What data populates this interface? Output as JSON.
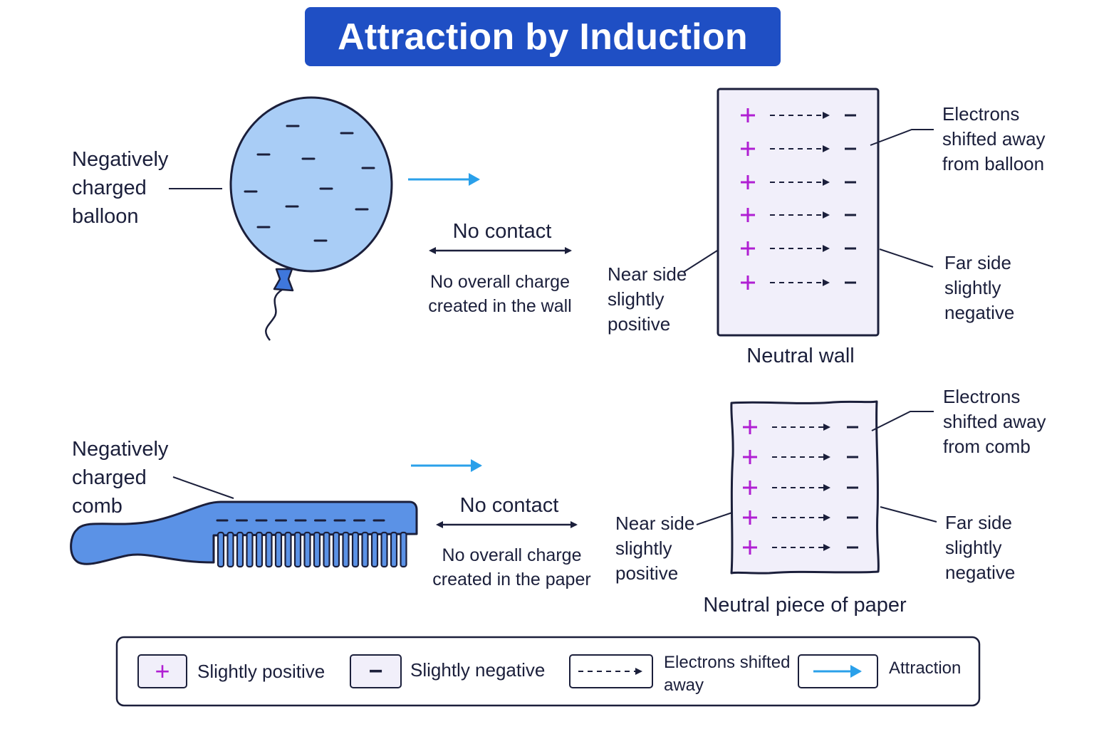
{
  "title": "Attraction by Induction",
  "colors": {
    "title_bg": "#1f4fc4",
    "positive": "#b01fd3",
    "negative": "#1b1f3b",
    "attraction_arrow": "#2aa0ea",
    "object_fill_light": "#a9cdf6",
    "object_fill": "#5b92e6",
    "panel_fill": "#f1effa"
  },
  "balloon_row": {
    "object_label": "Negatively\ncharged\nballoon",
    "no_contact": "No contact",
    "charge_note": "No overall charge\ncreated in the wall",
    "near_side": "Near side\nslightly\npositive",
    "far_side": "Far side\nslightly\nnegative",
    "electrons_note": "Electrons\nshifted away\nfrom balloon",
    "target_label": "Neutral wall"
  },
  "comb_row": {
    "object_label": "Negatively\ncharged\ncomb",
    "no_contact": "No contact",
    "charge_note": "No overall charge\ncreated in the paper",
    "near_side": "Near side\nslightly\npositive",
    "far_side": "Far side\nslightly\nnegative",
    "electrons_note": "Electrons\nshifted away\nfrom comb",
    "target_label": "Neutral piece of paper"
  },
  "legend": {
    "positive_symbol": "+",
    "positive_label": "Slightly positive",
    "negative_symbol": "−",
    "negative_label": "Slightly negative",
    "shift_label": "Electrons shifted\naway",
    "attraction_label": "Attraction"
  }
}
